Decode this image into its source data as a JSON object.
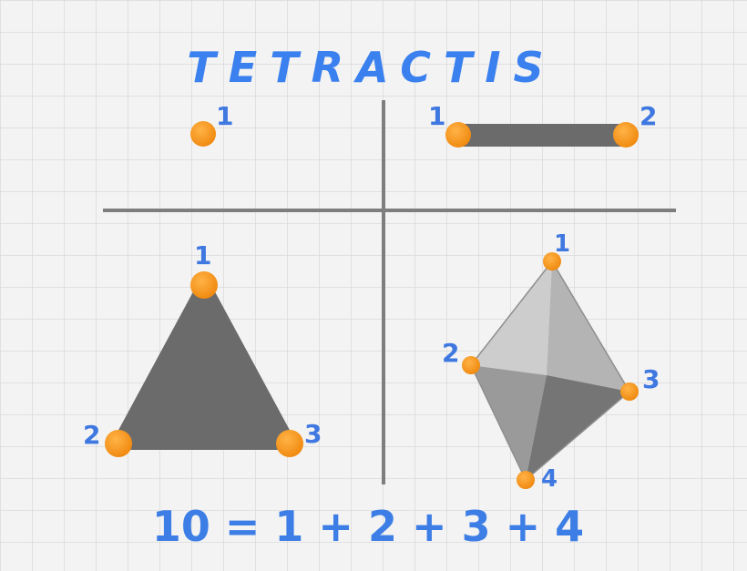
{
  "title": "TETRACTIS",
  "equation": "10 = 1 + 2 + 3 + 4",
  "colors": {
    "background": "#f3f3f3",
    "grid": "#d9d9d9",
    "divider": "#7e7e7e",
    "vertex": "#f7941d",
    "shape": "#6b6b6b",
    "label": "#3f78e0",
    "title": "#3a80ee"
  },
  "quadrants": {
    "point": {
      "labels": [
        "1"
      ]
    },
    "line": {
      "labels": [
        "1",
        "2"
      ]
    },
    "triangle": {
      "labels": [
        "1",
        "2",
        "3"
      ]
    },
    "tetrahedron": {
      "labels": [
        "1",
        "2",
        "3",
        "4"
      ]
    }
  }
}
